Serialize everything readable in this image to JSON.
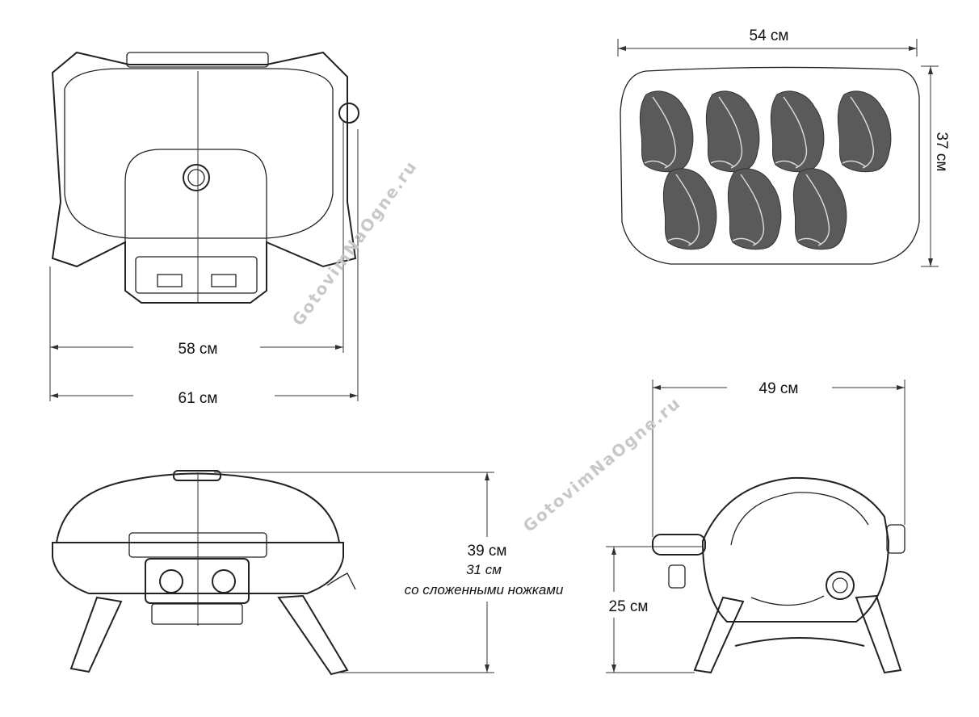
{
  "watermark": "GotovimNaOgne.ru",
  "top_view": {
    "inner_width": "58 см",
    "outer_width": "61 см"
  },
  "grate_view": {
    "width": "54 см",
    "depth": "37 см",
    "steak_count": 7
  },
  "front_view": {
    "height": "39 см",
    "folded_height": "31 см",
    "folded_note": "со сложенными ножками"
  },
  "side_view": {
    "width": "49 см",
    "grate_height": "25 см"
  },
  "colors": {
    "line": "#222222",
    "steak": "#5a5a5a",
    "watermark": "#c8c8c8"
  }
}
